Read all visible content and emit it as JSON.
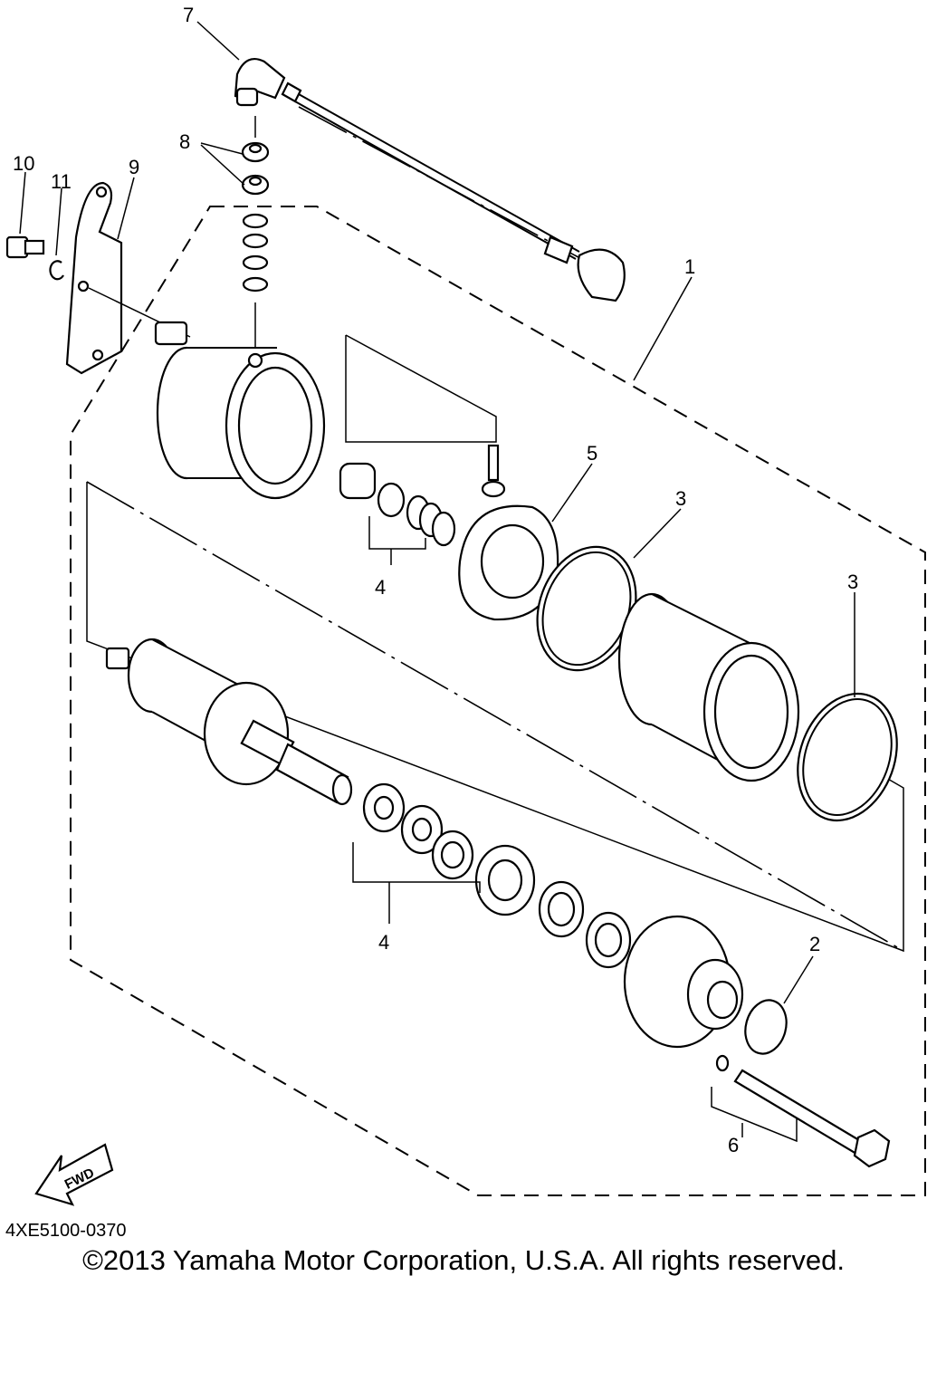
{
  "callouts": {
    "c1": "1",
    "c2": "2",
    "c3a": "3",
    "c3b": "3",
    "c4a": "4",
    "c4b": "4",
    "c5": "5",
    "c6": "6",
    "c7": "7",
    "c8": "8",
    "c9": "9",
    "c10": "10",
    "c11": "11"
  },
  "fwd_label": "FWD",
  "diagram_code": "4XE5100-0370",
  "copyright": "©2013 Yamaha Motor Corporation, U.S.A. All rights reserved."
}
